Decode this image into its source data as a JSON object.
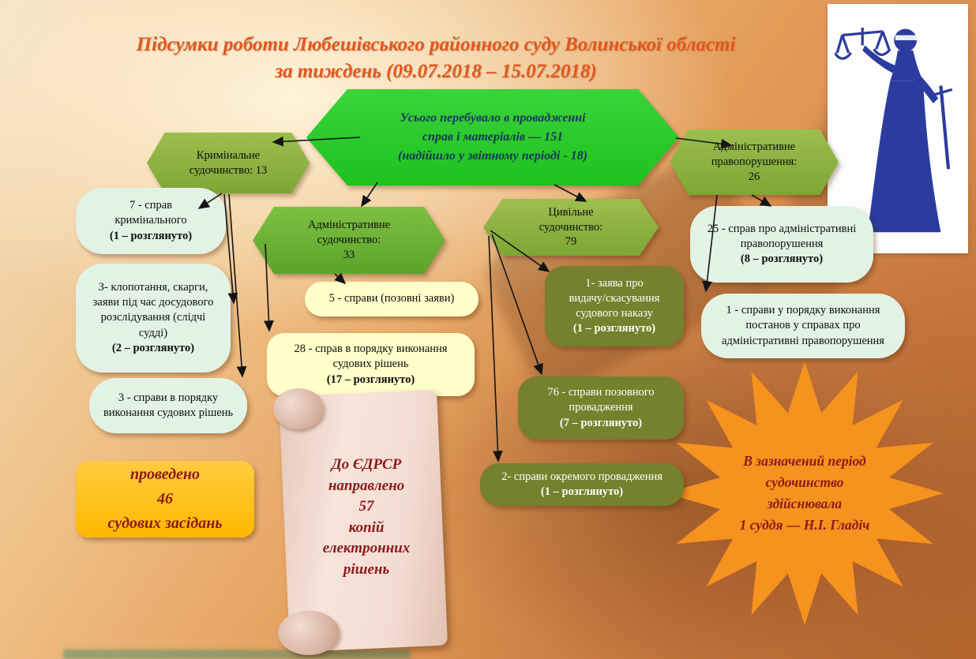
{
  "title": {
    "line1": "Підсумки роботи Любешівського районного суду Волинської області",
    "line2": "за тиждень (09.07.2018 – 15.07.2018)"
  },
  "root_node": {
    "text": "Усього перебувало в провадженні\nсправ і матеріалів — 151\n(надійшло у звітному періоді - 18)"
  },
  "branch_nodes": {
    "criminal": "Кримінальне\nсудочинство: 13",
    "admin_offense": "Адміністративне\nправопорушення:\n26",
    "admin_judiciary": "Адміністративне\nсудочинство:\n33",
    "civil": "Цивільне\nсудочинство:\n79"
  },
  "criminal_boxes": [
    {
      "main": "7 - справ\nкримінального",
      "result": "(1 – розглянуто)"
    },
    {
      "main": "3- клопотання, скарги,\nзаяви під час досудового\nрозслідування (слідчі\nсудді)",
      "result": "(2 – розглянуто)"
    },
    {
      "main": "3 - справи в порядку\nвиконання судових рішень"
    }
  ],
  "admin_judiciary_boxes": [
    {
      "main": "5 - справи (позовні заяви)"
    },
    {
      "main": "28 - справ в порядку виконання\nсудових рішень",
      "result": "(17 – розглянуто)"
    }
  ],
  "civil_boxes": [
    {
      "main": "1- заява про\nвидачу/скасування\nсудового наказу",
      "result": "(1 – розглянуто)"
    },
    {
      "main": "76 - справи позовного\nпровадження",
      "result": "(7 – розглянуто)"
    },
    {
      "main": "2- справи окремого провадження",
      "result": "(1 – розглянуто)"
    }
  ],
  "admin_offense_boxes": [
    {
      "main": "25 - справ про адміністративні\nправопорушення",
      "result": "(8 – розглянуто)"
    },
    {
      "main": "1 - справи у порядку виконання\nпостанов у справах про\nадміністративні правопорушення"
    }
  ],
  "sessions_note": {
    "text": "проведено\n46\nсудових засідань"
  },
  "registry_note": {
    "text": "До ЄДРСР\nнаправлено\n57\nкопій\nелектронних\nрішень"
  },
  "judge_note": {
    "text": "В зазначений період\nсудочинство\nздійснювала\n1 суддя — Н.І. Гладіч"
  },
  "palette": {
    "title_color": "#E2581E",
    "root_node_green": "#2FC92F",
    "branch_green": "#8BB342",
    "mint_box": "#E2F3E6",
    "yellow_box": "#FFFFC9",
    "olive_box": "#75812C",
    "sessions_gold": "#FFC000",
    "star_orange": "#F6921E",
    "note_text_red": "#8B1A1A",
    "scroll_pink": "#F2DCD2"
  }
}
